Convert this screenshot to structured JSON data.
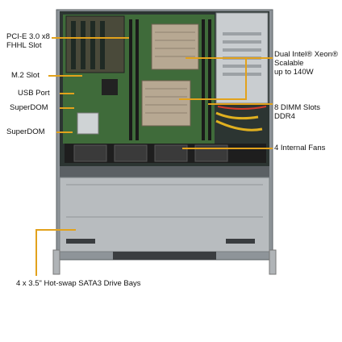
{
  "callouts": {
    "pcie": [
      "PCI-E 3.0 x8",
      "FHHL Slot"
    ],
    "m2": "M.2 Slot",
    "usb": "USB Port",
    "superdom_top": "SuperDOM",
    "superdom_bottom": "SuperDOM",
    "cpu": [
      "Dual Intel® Xeon®",
      "Scalable",
      "up to 140W"
    ],
    "dimm": [
      "8 DIMM Slots",
      "DDR4"
    ],
    "fans": "4 Internal Fans",
    "bays": "4 x 3.5\" Hot-swap  SATA3 Drive Bays"
  },
  "colors": {
    "callout_line": "#e2a21c",
    "chassis": "#9aa0a5",
    "motherboard": "#3f6b3a",
    "drive_bay": "#b8bcbf"
  }
}
